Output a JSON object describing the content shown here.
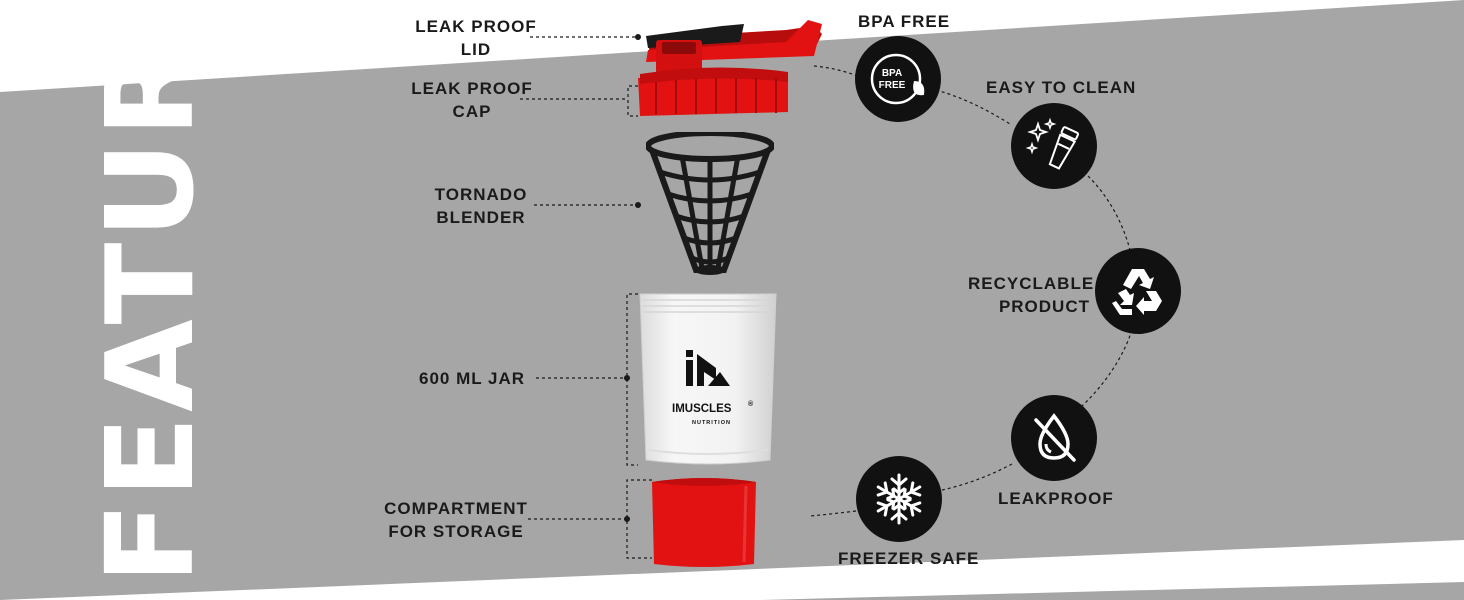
{
  "heading": "FEATURES",
  "parts": {
    "lid": [
      "LEAK PROOF",
      "LID"
    ],
    "cap": [
      "LEAK PROOF",
      "CAP"
    ],
    "blender": [
      "TORNADO",
      "BLENDER"
    ],
    "jar": "600 ML JAR",
    "storage": [
      "COMPARTMENT",
      "FOR STORAGE"
    ]
  },
  "brand": {
    "name": "IMUSCLES",
    "sub": "NUTRITION",
    "mark": "®"
  },
  "features": {
    "bpa": {
      "label": "BPA FREE",
      "icon_text": [
        "BPA",
        "FREE"
      ],
      "icon": "bpa-free-leaf-icon"
    },
    "clean": {
      "label": "EASY TO CLEAN",
      "icon": "sparkle-shaker-icon"
    },
    "recycle": {
      "label": [
        "RECYCLABLE",
        "PRODUCT"
      ],
      "icon": "recycle-icon"
    },
    "leak": {
      "label": "LEAKPROOF",
      "icon": "no-drop-icon"
    },
    "freezer": {
      "label": "FREEZER SAFE",
      "icon": "snowflake-icon"
    }
  },
  "colors": {
    "band": "#a6a6a6",
    "accent_red": "#e31212",
    "icon_bg": "#111111",
    "text": "#1a1a1a"
  }
}
